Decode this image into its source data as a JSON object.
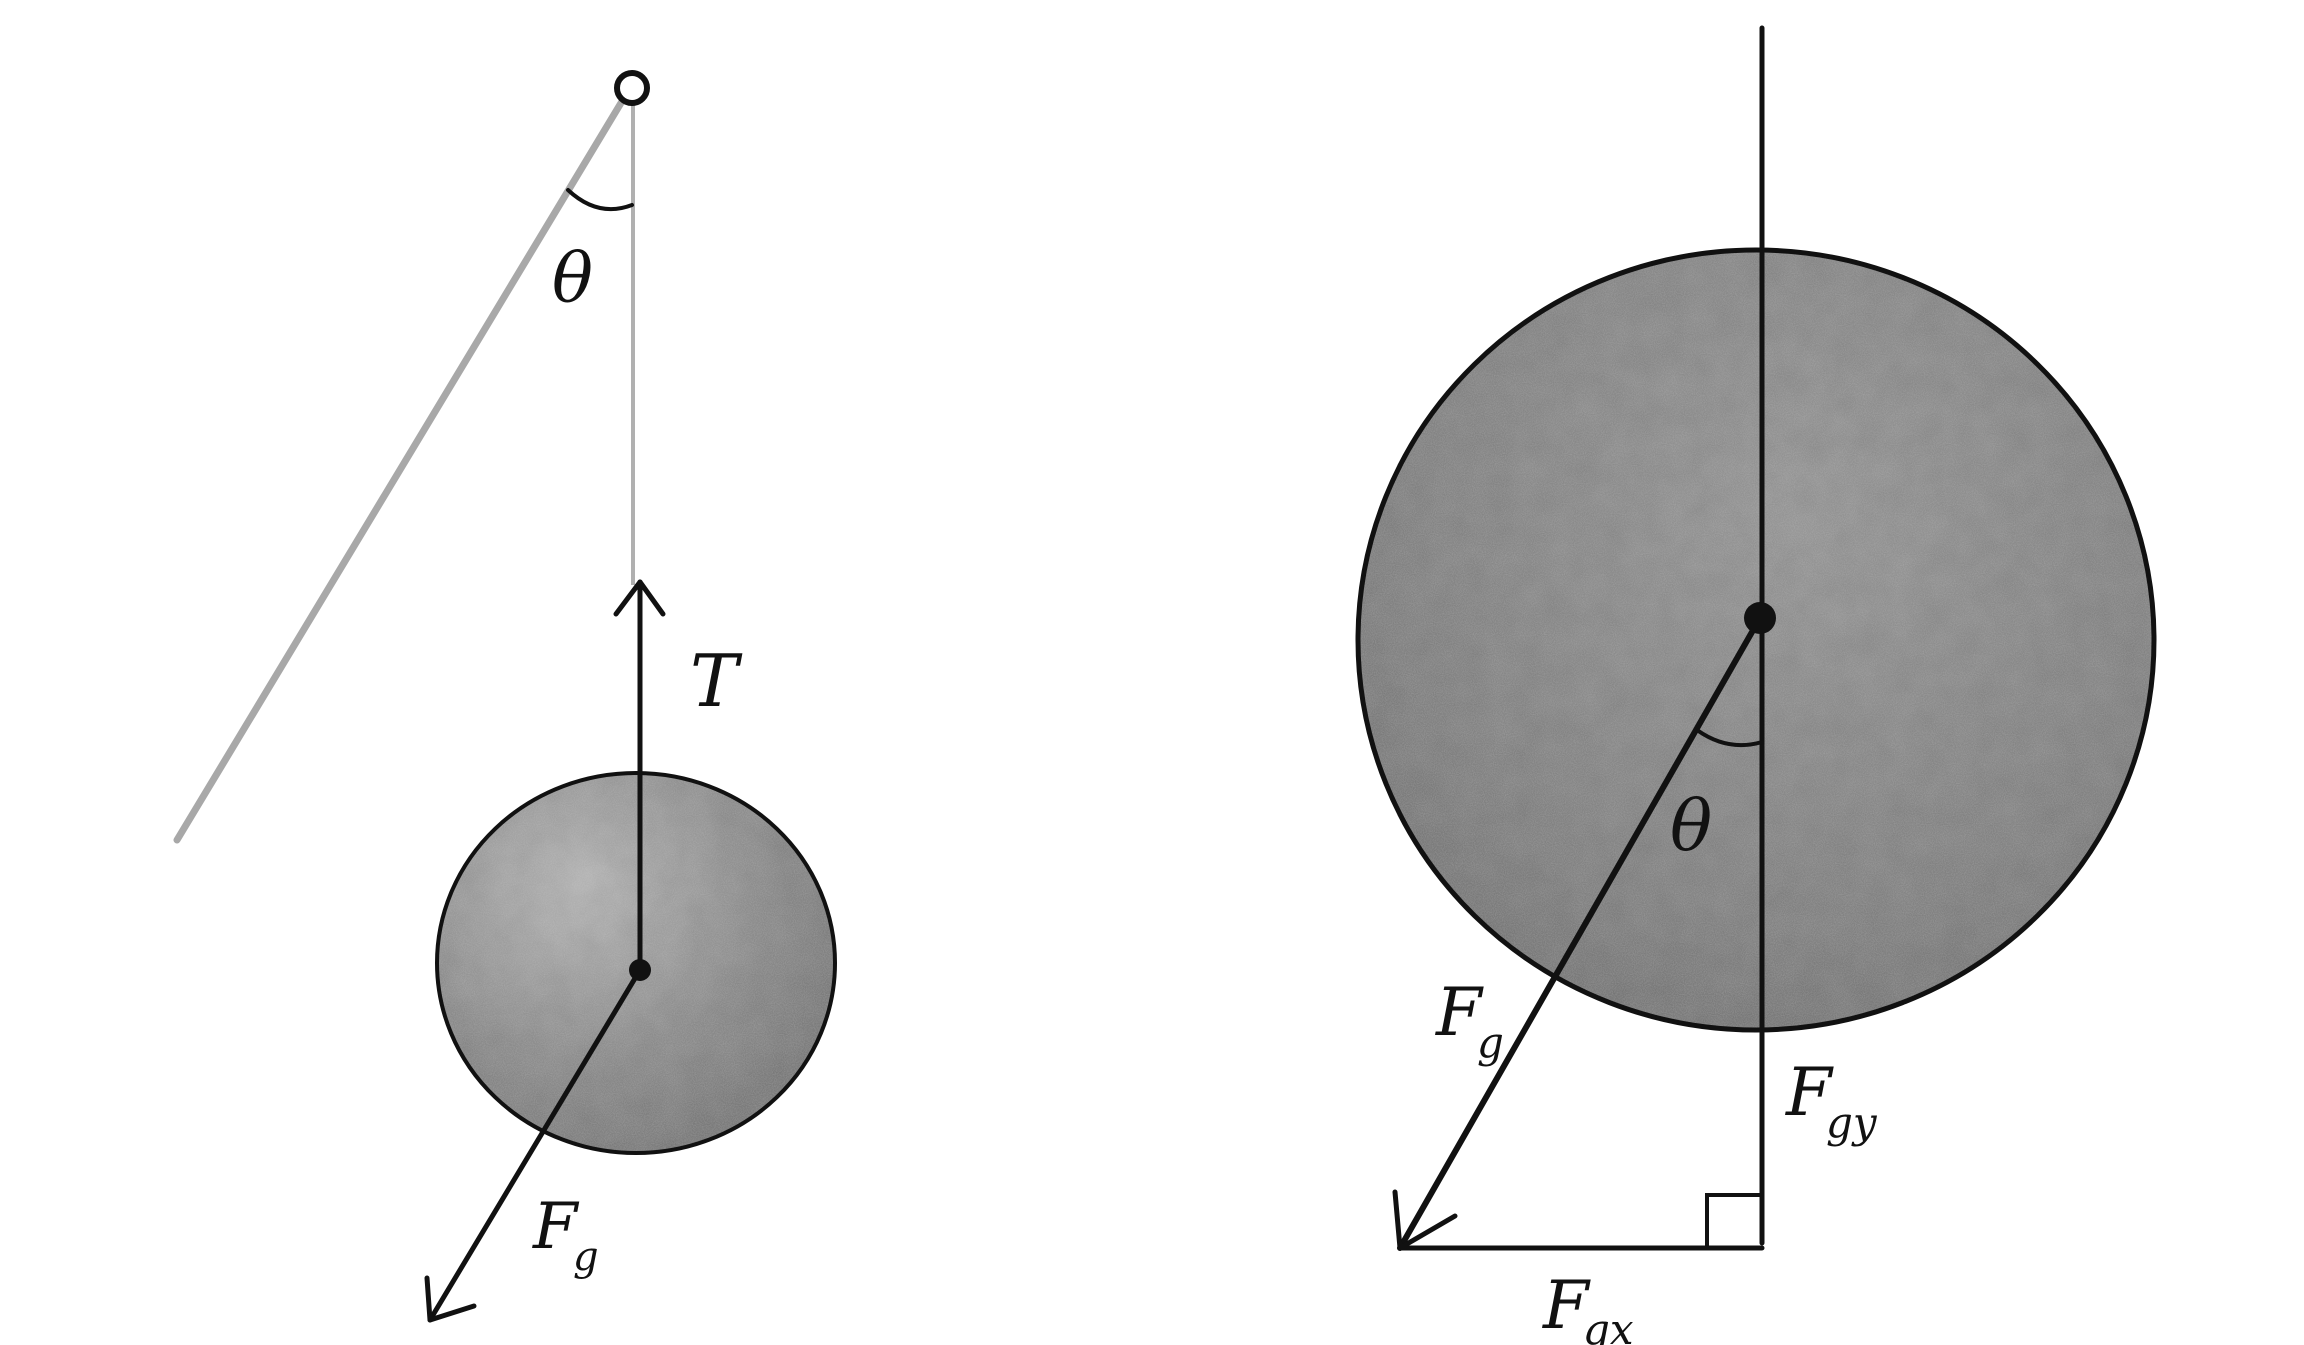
{
  "colors": {
    "background": "#ffffff",
    "ink": "#111111",
    "string_gray": "#a8a8a8",
    "bob_base": "#8e8e8e",
    "bob_light": "#b4b4b4",
    "bob_dark": "#6f6f6f"
  },
  "icons": [
    "pivot-circle",
    "arrowhead",
    "right-angle-marker",
    "angle-arc"
  ],
  "left_figure": {
    "angle_label": "θ",
    "tension_label": "T",
    "gravity_label": {
      "main": "F",
      "sub": "g"
    }
  },
  "right_figure": {
    "angle_label": "θ",
    "gravity_label": {
      "main": "F",
      "sub": "g"
    },
    "gravity_y_label": {
      "main": "F",
      "sub": "gy"
    },
    "gravity_x_label": {
      "main": "F",
      "sub": "gx"
    }
  }
}
